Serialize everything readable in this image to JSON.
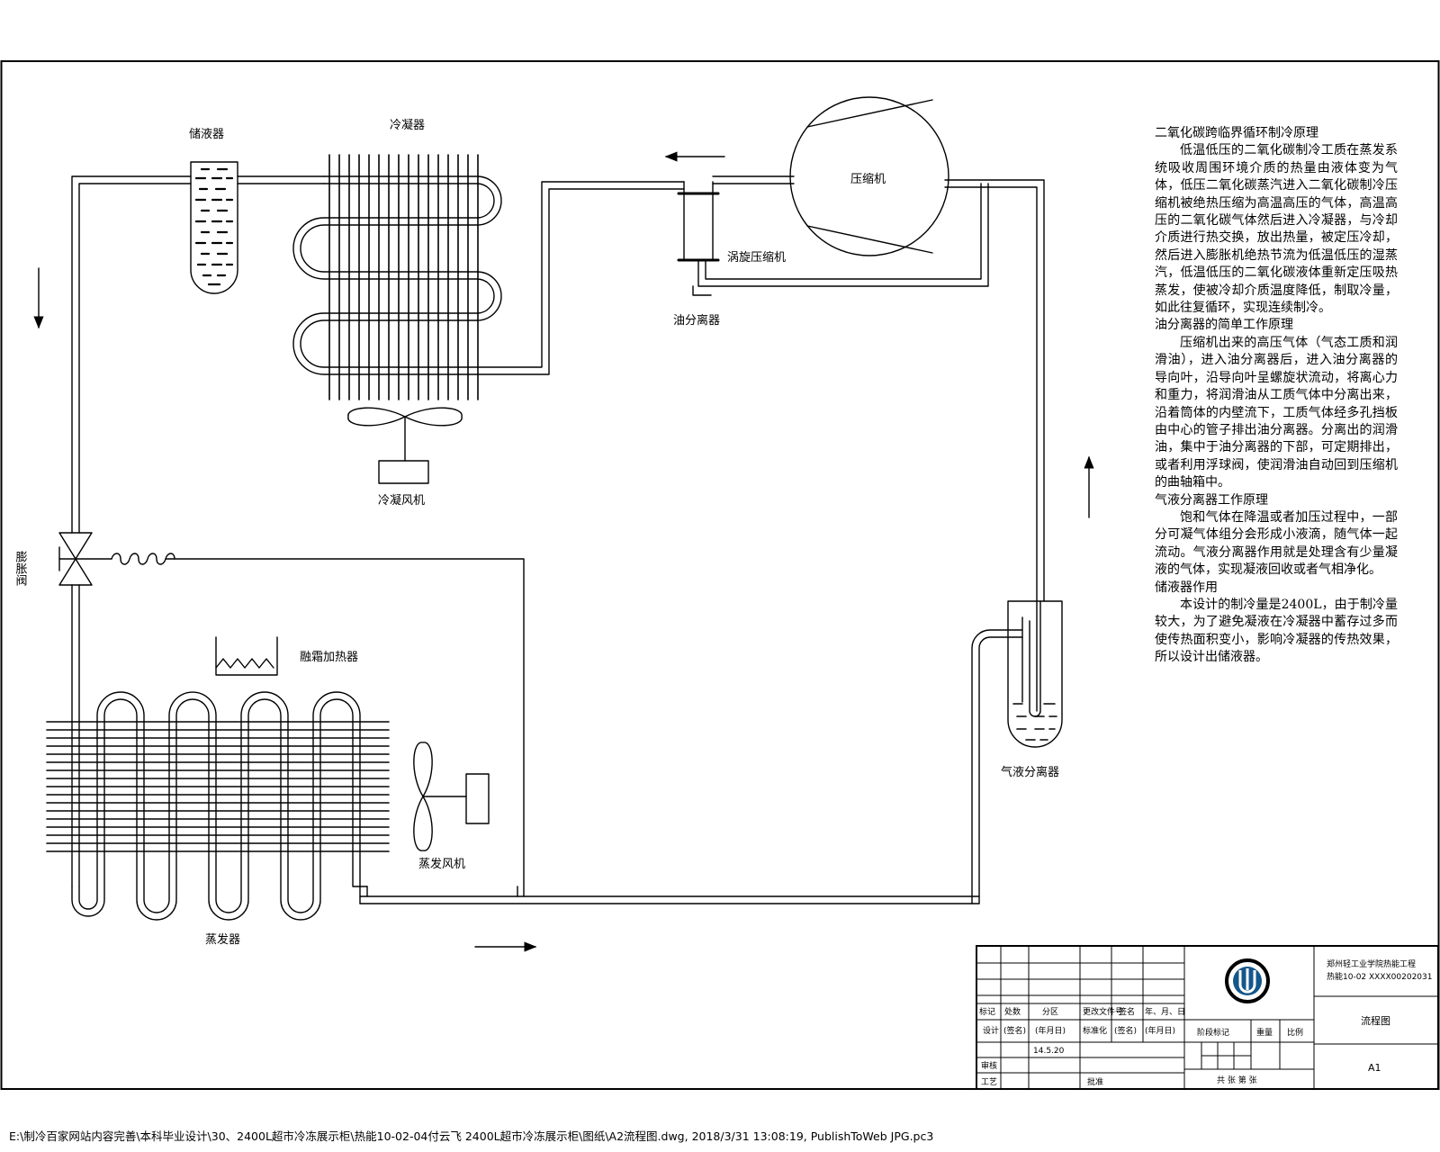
{
  "labels": {
    "receiver": "储液器",
    "condenser": "冷凝器",
    "compressor": "压缩机",
    "oil_separator": "油分离器",
    "condenser_fan": "冷凝风机",
    "expansion_valve": "膨胀阀",
    "defrost_heater": "融霜加热器",
    "evaporator_fan": "蒸发风机",
    "evaporator": "蒸发器",
    "gas_liquid_separator": "气液分离器",
    "scroll_compressor": "涡旋压缩机"
  },
  "notes": [
    {
      "type": "heading",
      "text": "二氧化碳跨临界循环制冷原理"
    },
    {
      "type": "body",
      "text": "低温低压的二氧化碳制冷工质在蒸发系统吸收周围环境介质的热量由液体变为气体，低压二氧化碳蒸汽进入二氧化碳制冷压缩机被绝热压缩为高温高压的气体，高温高压的二氧化碳气体然后进入冷凝器，与冷却介质进行热交换，放出热量，被定压冷却，然后进入膨胀机绝热节流为低温低压的湿蒸汽，低温低压的二氧化碳液体重新定压吸热蒸发，使被冷却介质温度降低，制取冷量，如此往复循环，实现连续制冷。"
    },
    {
      "type": "heading",
      "text": "油分离器的简单工作原理"
    },
    {
      "type": "body",
      "text": "压缩机出来的高压气体（气态工质和润滑油），进入油分离器后，进入油分离器的导向叶，沿导向叶呈螺旋状流动，将离心力和重力，将润滑油从工质气体中分离出来，沿着筒体的内壁流下，工质气体经多孔挡板由中心的管子排出油分离器。分离出的润滑油，集中于油分离器的下部，可定期排出，或者利用浮球阀，使润滑油自动回到压缩机的曲轴箱中。"
    },
    {
      "type": "heading",
      "text": "气液分离器工作原理"
    },
    {
      "type": "body",
      "text": "饱和气体在降温或者加压过程中，一部分可凝气体组分会形成小液滴，随气体一起流动。气液分离器作用就是处理含有少量凝液的气体，实现凝液回收或者气相净化。"
    },
    {
      "type": "heading",
      "text": "储液器作用"
    },
    {
      "type": "body",
      "text": "本设计的制冷量是2400L，由于制冷量较大，为了避免凝液在冷凝器中蓄存过多而使传热面积变小，影响冷凝器的传热效果，所以设计出储液器。"
    }
  ],
  "title_block": {
    "row_headers": [
      "标记",
      "处数",
      "分区",
      "更改文件号",
      "签名",
      "年、月、日"
    ],
    "row_design": [
      "设计",
      "(签名)",
      "(年月日)",
      "标准化",
      "(签名)",
      "(年月日)"
    ],
    "stage_mark": "阶段标记",
    "weight": "重量",
    "scale": "比例",
    "date_value": "14.5.20",
    "reviewer_label": "审核",
    "process_label": "工艺",
    "approve_label": "批准",
    "sheets": "共 张  第 张",
    "company_line1": "郑州轻工业学院热能工程",
    "company_line2": "热能10-02 XXXX00202031",
    "drawing_title": "流程图",
    "sheet_size": "A1"
  },
  "footer_path": "E:\\制冷百家网站内容完善\\本科毕业设计\\30、2400L超市冷冻展示柜\\热能10-02-04付云飞 2400L超市冷冻展示柜\\图纸\\A2流程图.dwg, 2018/3/31 13:08:19, PublishToWeb JPG.pc3"
}
